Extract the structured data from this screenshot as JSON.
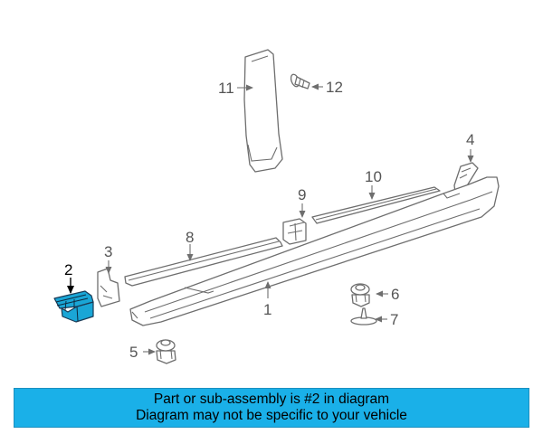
{
  "callouts": {
    "c1": "1",
    "c2": "2",
    "c3": "3",
    "c4": "4",
    "c5": "5",
    "c6": "6",
    "c7": "7",
    "c8": "8",
    "c9": "9",
    "c10": "10",
    "c11": "11",
    "c12": "12"
  },
  "highlighted_part": "2",
  "colors": {
    "highlight": "#1aa6d6",
    "banner": "#1ab0e8"
  },
  "banner": {
    "line1": "Part or sub-assembly is #2 in diagram",
    "line2": "Diagram may not be specific to your vehicle"
  }
}
